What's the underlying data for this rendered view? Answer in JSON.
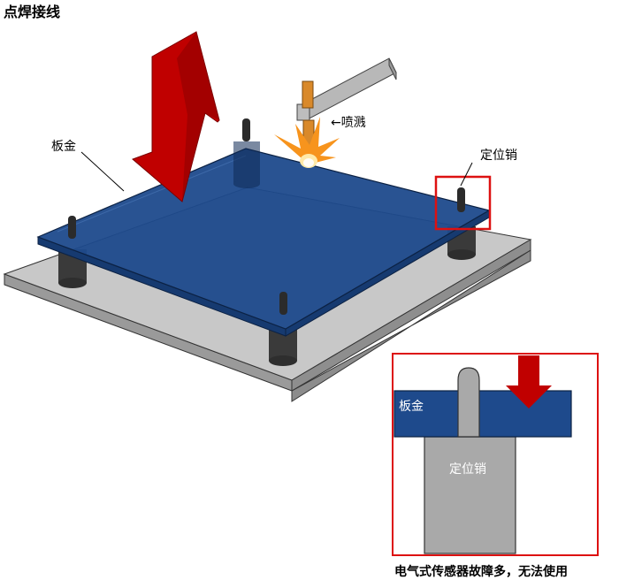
{
  "title": "点焊接线",
  "labels": {
    "sheet_metal": "板金",
    "spatter": "←喷溅",
    "locating_pin": "定位销"
  },
  "detail": {
    "sheet_metal": "板金",
    "locating_pin": "定位销",
    "caption": "电气式传感器故障多，无法使用"
  },
  "colors": {
    "sheet_metal": "#1e4a8c",
    "base_plate": "#c8c8c8",
    "arrow": "#c00000",
    "highlight_box": "#dd1111",
    "pin": "#a9a9a9",
    "support": "#3a3a3a",
    "torch": "#d9892a",
    "spark": "#f7941d"
  },
  "icons": {
    "press_arrow": "down-arrow-icon",
    "spark": "spark-icon"
  }
}
